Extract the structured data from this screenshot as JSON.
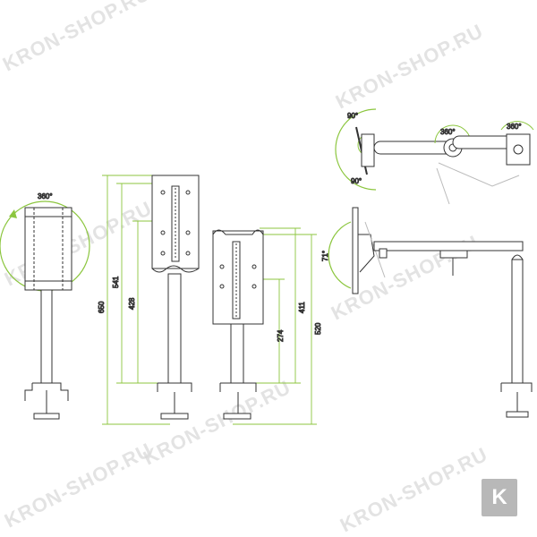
{
  "dimensions": {
    "total_height": "650",
    "pole_height": "541",
    "clamp_to_plate": "428",
    "plate_height_b": "411",
    "pole_b": "274",
    "total_b": "520"
  },
  "angles": {
    "base_rotation": "360°",
    "tilt_up": "90°",
    "tilt_down": "90°",
    "joint_rotation_1": "360°",
    "joint_rotation_2": "360°",
    "side_tilt": "71°"
  },
  "watermark": "KRON-SHOP.RU",
  "logo_letter": "K",
  "colors": {
    "line": "#333333",
    "dimension": "#8cc63f",
    "watermark": "#d9d9d9"
  }
}
